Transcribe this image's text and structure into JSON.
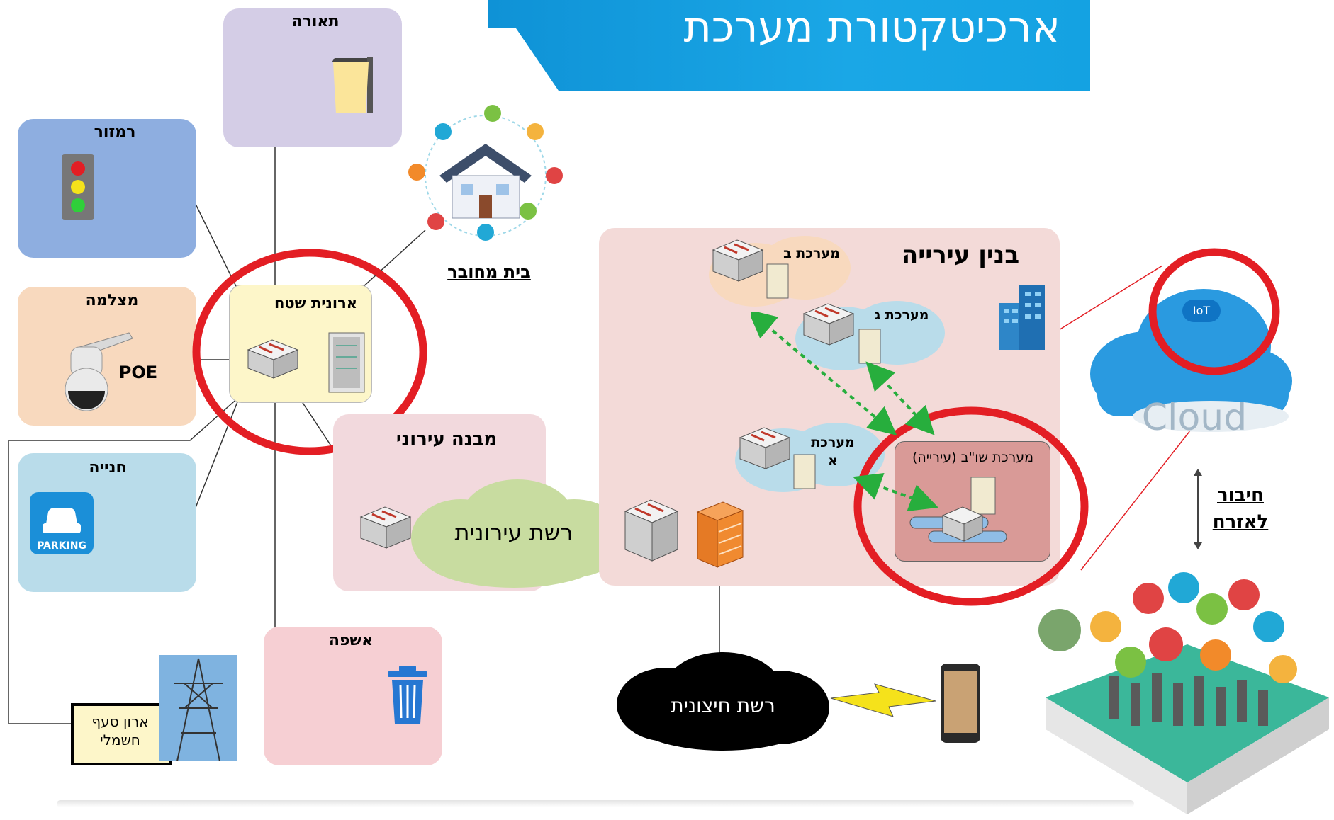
{
  "title": "ארכיטקטורת מערכת",
  "nodes": {
    "lighting": "תאורה",
    "traffic_light": "רמזור",
    "camera": "מצלמה",
    "poe": "POE",
    "parking": "חנייה",
    "parking_sign": "PARKING",
    "field_cabinet": "ארונית שטח",
    "connected_home": "בית מחובר",
    "waste": "אשפה",
    "electric_cabinet": "ארון סעף חשמלי",
    "urban_structure": "מבנה עירוני",
    "urban_network": "רשת עירונית",
    "city_hall": "בנין עירייה",
    "system_b": "מערכת ב",
    "system_g": "מערכת ג",
    "system_a": "מערכת א",
    "command_system": "מערכת שו\"ב (עירייה)",
    "external_network": "רשת חיצונית",
    "cloud_word": "Cloud",
    "iot": "IoT",
    "citizen_link": "חיבור לאזרח"
  },
  "colors": {
    "banner": "#14a2e2",
    "lighting_box": "#d4cde6",
    "traffic_box": "#8eaee0",
    "camera_box": "#f8d9be",
    "parking_box": "#b9dcea",
    "waste_box": "#f6cfd3",
    "cabinet_box": "#fdf6c9",
    "city_hall_box": "#f3dad8",
    "command_box": "#d99a97",
    "urban_box": "#f2d9dd",
    "urban_cloud": "#c8dca0",
    "external_cloud": "#000000",
    "highlight_circle": "#e31e24",
    "dashed_arrows": "#27ae3d"
  },
  "icons": [
    "street-lamp-icon",
    "traffic-light-icon",
    "security-camera-icon",
    "parking-icon",
    "trash-bin-icon",
    "smart-home-icon",
    "network-switch-icon",
    "server-icon",
    "firewall-icon",
    "building-icon",
    "smartphone-icon",
    "lightning-icon",
    "iot-cloud-icon",
    "citizens-icon",
    "power-tower-icon"
  ]
}
